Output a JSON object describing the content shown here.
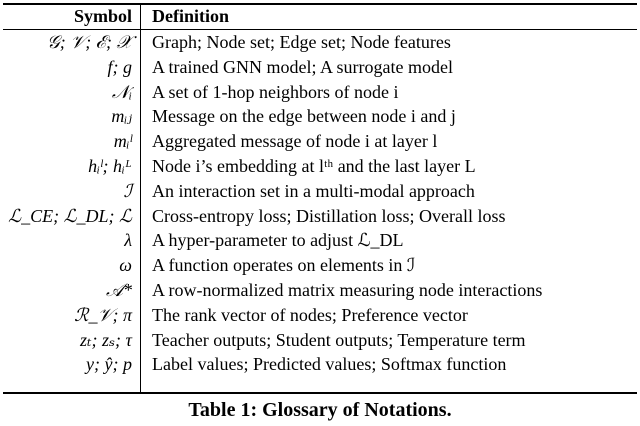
{
  "table": {
    "headers": {
      "symbol": "Symbol",
      "definition": "Definition"
    },
    "rows": [
      {
        "symbol": "𝒢; 𝒱; ℰ; 𝒳",
        "definition": "Graph; Node set; Edge set; Node features"
      },
      {
        "symbol": "f; g",
        "definition": "A trained GNN model; A surrogate model"
      },
      {
        "symbol": "𝒩ᵢ",
        "definition": "A set of 1-hop neighbors of node i"
      },
      {
        "symbol": "mᵢⱼ",
        "definition": "Message on the edge between node i and j"
      },
      {
        "symbol": "mᵢˡ",
        "definition": "Aggregated message of node i at layer l"
      },
      {
        "symbol": "hᵢˡ; hᵢᴸ",
        "definition": "Node i’s embedding at lᵗʰ and the last layer L"
      },
      {
        "symbol": "ℐ",
        "definition": "An interaction set in a multi-modal approach"
      },
      {
        "symbol": "ℒ_CE; ℒ_DL; ℒ",
        "definition": "Cross-entropy loss; Distillation loss; Overall loss"
      },
      {
        "symbol": "λ",
        "definition": "A hyper-parameter to adjust ℒ_DL"
      },
      {
        "symbol": "ω",
        "definition": "A function operates on elements in ℐ"
      },
      {
        "symbol": "𝒜*",
        "definition": "A row-normalized matrix measuring node interactions"
      },
      {
        "symbol": "ℛ_𝒱; π",
        "definition": "The rank vector of nodes; Preference vector"
      },
      {
        "symbol": "zₜ; zₛ; τ",
        "definition": "Teacher outputs; Student outputs; Temperature term"
      },
      {
        "symbol": "y; ŷ; p",
        "definition": "Label values; Predicted values; Softmax function"
      }
    ]
  },
  "caption": "Table 1: Glossary of Notations."
}
